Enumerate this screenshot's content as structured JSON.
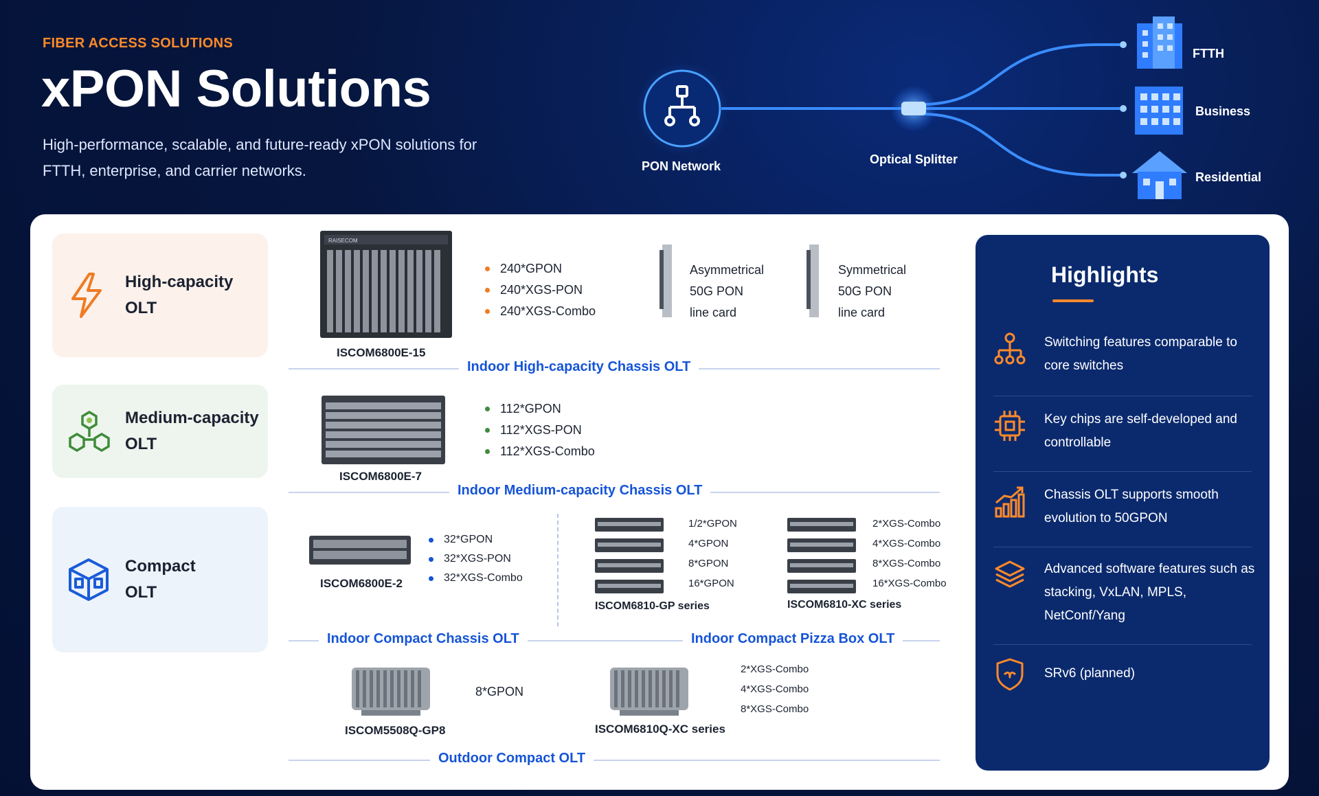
{
  "hero": {
    "eyebrow": "FIBER ACCESS SOLUTIONS",
    "title": "xPON Solutions",
    "subtitle": "High-performance, scalable, and future-ready xPON solutions for FTTH, enterprise, and carrier networks."
  },
  "network": {
    "pon_label": "PON Network",
    "splitter_label": "Optical Splitter",
    "endpoints": [
      "FTTH",
      "Business",
      "Residential"
    ]
  },
  "categories": [
    {
      "line1": "High-capacity",
      "line2": "OLT",
      "icon": "lightning-icon",
      "color": "#f07b22"
    },
    {
      "line1": "Medium-capacity",
      "line2": "OLT",
      "icon": "hexagon-network-icon",
      "color": "#3f8b3a"
    },
    {
      "line1": "Compact",
      "line2": "OLT",
      "icon": "cube-icon",
      "color": "#1a5bd8"
    }
  ],
  "high": {
    "device": "ISCOM6800E-15",
    "specs": [
      "240*GPON",
      "240*XGS-PON",
      "240*XGS-Combo"
    ],
    "card1": [
      "Asymmetrical",
      "50G PON",
      "line card"
    ],
    "card2": [
      "Symmetrical",
      "50G PON",
      "line card"
    ],
    "section": "Indoor High-capacity Chassis OLT"
  },
  "medium": {
    "device": "ISCOM6800E-7",
    "specs": [
      "112*GPON",
      "112*XGS-PON",
      "112*XGS-Combo"
    ],
    "section": "Indoor Medium-capacity Chassis OLT"
  },
  "compact": {
    "chassis_device": "ISCOM6800E-2",
    "chassis_specs": [
      "32*GPON",
      "32*XGS-PON",
      "32*XGS-Combo"
    ],
    "gp_series": "ISCOM6810-GP series",
    "gp_specs": [
      "1/2*GPON",
      "4*GPON",
      "8*GPON",
      "16*GPON"
    ],
    "xc_series": "ISCOM6810-XC series",
    "xc_specs": [
      "2*XGS-Combo",
      "4*XGS-Combo",
      "8*XGS-Combo",
      "16*XGS-Combo"
    ],
    "section_chassis": "Indoor Compact Chassis OLT",
    "section_pizza": "Indoor Compact Pizza Box OLT"
  },
  "outdoor": {
    "device1": "ISCOM5508Q-GP8",
    "device1_spec": "8*GPON",
    "device2": "ISCOM6810Q-XC series",
    "device2_specs": [
      "2*XGS-Combo",
      "4*XGS-Combo",
      "8*XGS-Combo"
    ],
    "section": "Outdoor Compact OLT"
  },
  "highlights": {
    "title": "Highlights",
    "items": [
      {
        "text": "Switching features comparable to core switches",
        "icon": "network-tree-icon"
      },
      {
        "text": "Key chips are self-developed and controllable",
        "icon": "chip-icon"
      },
      {
        "text": "Chassis OLT supports smooth evolution to 50GPON",
        "icon": "growth-chart-icon"
      },
      {
        "text": "Advanced software features such as stacking, VxLAN, MPLS, NetConf/Yang",
        "icon": "layers-icon"
      },
      {
        "text": "SRv6 (planned)",
        "icon": "shield-icon"
      }
    ]
  },
  "colors": {
    "orange": "#ff8a2a",
    "green": "#3f8b3a",
    "blue": "#1554d6",
    "navy": "#0b2a6e"
  },
  "brand_text": "RAISECOM"
}
